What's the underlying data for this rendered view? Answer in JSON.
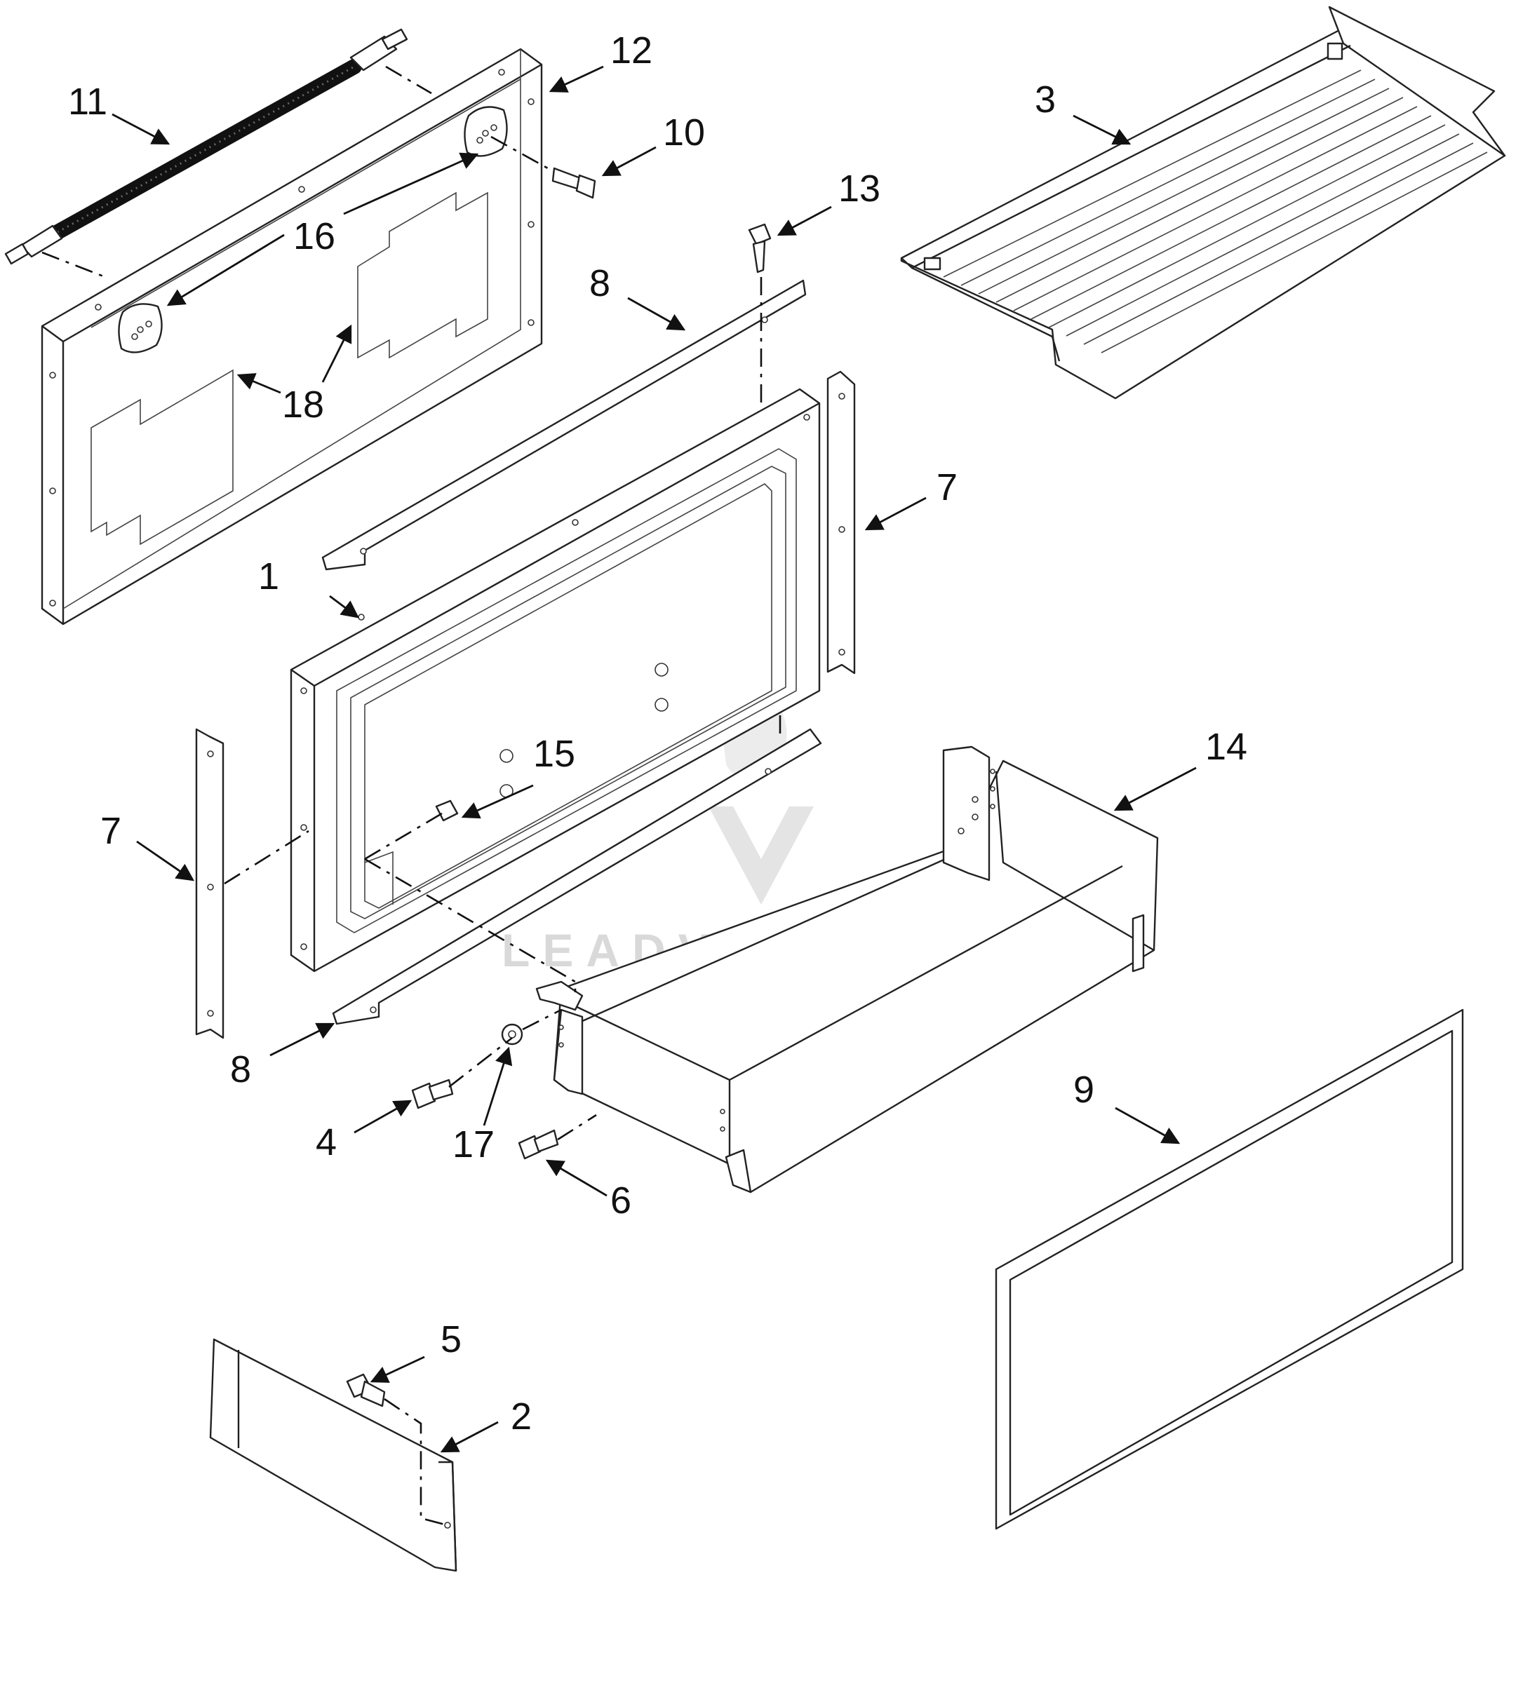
{
  "callouts": {
    "c1": "1",
    "c2": "2",
    "c3": "3",
    "c4": "4",
    "c5": "5",
    "c6": "6",
    "c7a": "7",
    "c7b": "7",
    "c8a": "8",
    "c8b": "8",
    "c9": "9",
    "c10": "10",
    "c11": "11",
    "c12": "12",
    "c13": "13",
    "c14": "14",
    "c15": "15",
    "c16": "16",
    "c17": "17",
    "c18": "18"
  },
  "watermark": {
    "text": "LEADVENTURE"
  },
  "colors": {
    "line": "#222222",
    "background": "#ffffff",
    "watermark": "#d9d9d9"
  }
}
